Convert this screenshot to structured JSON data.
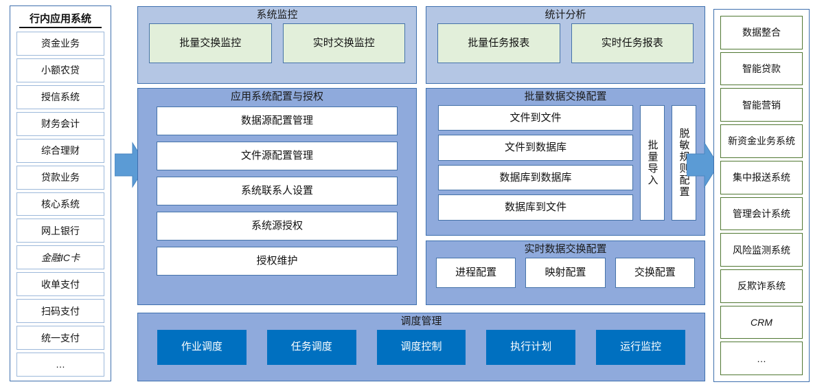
{
  "left_column": {
    "title": "行内应用系统",
    "items": [
      {
        "label": "资金业务"
      },
      {
        "label": "小额农贷"
      },
      {
        "label": "授信系统"
      },
      {
        "label": "财务会计"
      },
      {
        "label": "综合理财"
      },
      {
        "label": "贷款业务"
      },
      {
        "label": "核心系统"
      },
      {
        "label": "网上银行"
      },
      {
        "label": "金融IC卡"
      },
      {
        "label": "收单支付"
      },
      {
        "label": "扫码支付"
      },
      {
        "label": "统一支付"
      },
      {
        "label": "…"
      }
    ]
  },
  "right_column": {
    "items": [
      {
        "label": "数据整合"
      },
      {
        "label": "智能贷款"
      },
      {
        "label": "智能营销"
      },
      {
        "label": "新资金业务系统"
      },
      {
        "label": "集中报送系统"
      },
      {
        "label": "管理会计系统"
      },
      {
        "label": "风险监测系统"
      },
      {
        "label": "反欺诈系统"
      },
      {
        "label": "CRM"
      },
      {
        "label": "…"
      }
    ]
  },
  "panels": {
    "monitor": {
      "title": "系统监控",
      "items": [
        "批量交换监控",
        "实时交换监控"
      ]
    },
    "stats": {
      "title": "统计分析",
      "items": [
        "批量任务报表",
        "实时任务报表"
      ]
    },
    "app_config": {
      "title": "应用系统配置与授权",
      "items": [
        "数据源配置管理",
        "文件源配置管理",
        "系统联系人设置",
        "系统源授权",
        "授权维护"
      ]
    },
    "batch_exchange": {
      "title": "批量数据交换配置",
      "items": [
        "文件到文件",
        "文件到数据库",
        "数据库到数据库",
        "数据库到文件"
      ],
      "vertical_items": [
        "批量导入",
        "脱敏规则配置"
      ]
    },
    "realtime_exchange": {
      "title": "实时数据交换配置",
      "items": [
        "进程配置",
        "映射配置",
        "交换配置"
      ]
    },
    "scheduling": {
      "title": "调度管理",
      "items": [
        "作业调度",
        "任务调度",
        "调度控制",
        "执行计划",
        "运行监控"
      ]
    }
  },
  "arrows": {
    "left_label": "数据流入箭头",
    "right_label": "数据流出箭头"
  },
  "colors": {
    "panel_light": "#b4c6e4",
    "panel_mid": "#8faadc",
    "panel_border": "#3d6fad",
    "green_fill": "#e2efda",
    "green_border": "#4f7731",
    "button_blue": "#0070c0",
    "arrow_blue": "#5b9bd5",
    "box_border": "#4472a8"
  }
}
